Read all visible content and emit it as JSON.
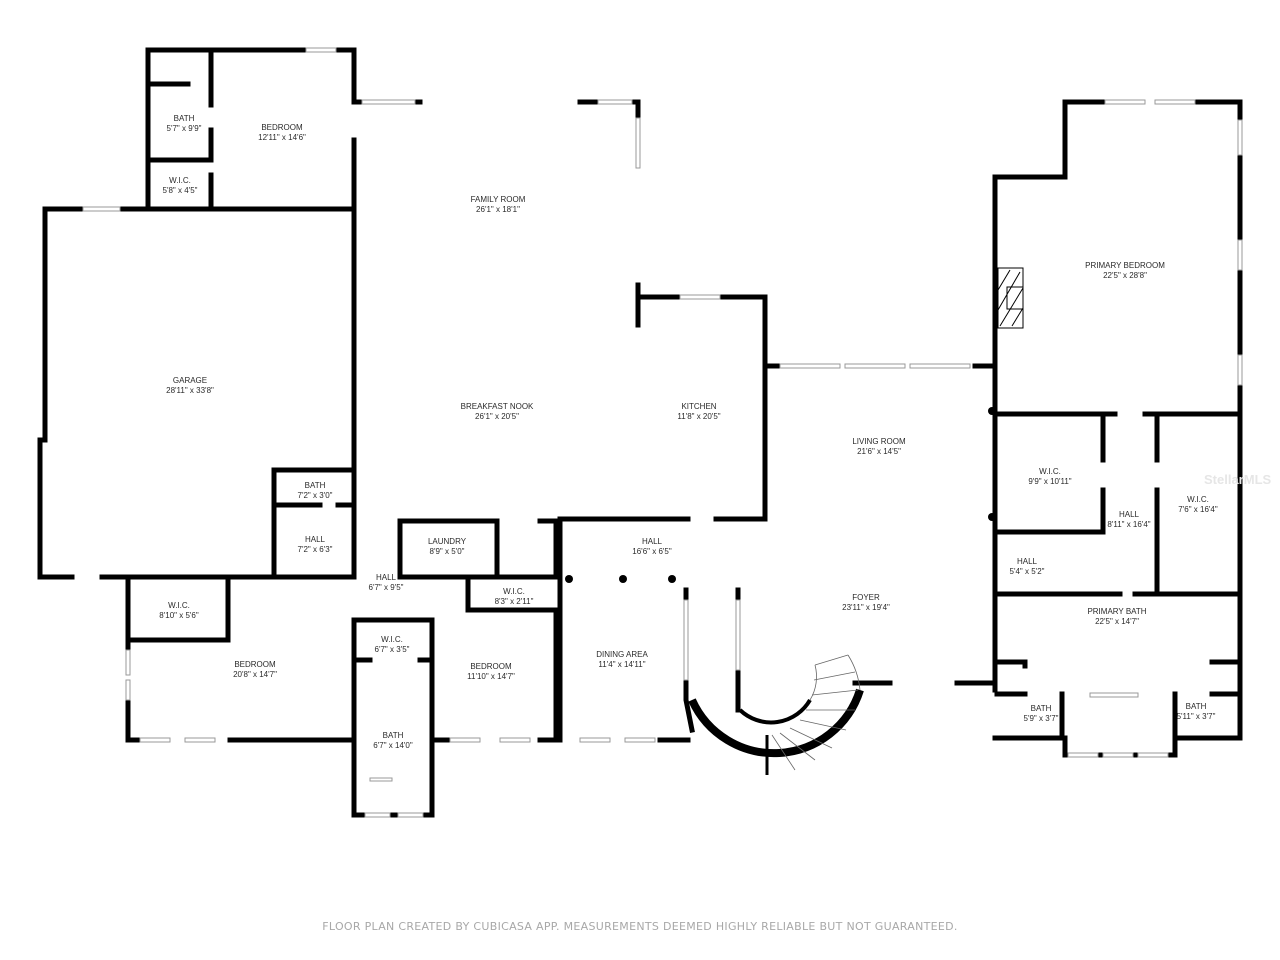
{
  "plan": {
    "wall_color": "#000000",
    "window_color": "#bbbbbb",
    "footer_color": "#a8a8a8"
  },
  "rooms": {
    "bath_upper_left": {
      "name": "BATH",
      "dims": "5'7\" x 9'9\""
    },
    "bedroom_upper_left": {
      "name": "BEDROOM",
      "dims": "12'11\" x 14'6\""
    },
    "wic_upper_left": {
      "name": "W.I.C.",
      "dims": "5'8\" x 4'5\""
    },
    "family_room": {
      "name": "FAMILY ROOM",
      "dims": "26'1\" x 18'1\""
    },
    "garage": {
      "name": "GARAGE",
      "dims": "28'11\" x 33'8\""
    },
    "breakfast_nook": {
      "name": "BREAKFAST NOOK",
      "dims": "26'1\" x 20'5\""
    },
    "kitchen": {
      "name": "KITCHEN",
      "dims": "11'8\" x 20'5\""
    },
    "living_room": {
      "name": "LIVING ROOM",
      "dims": "21'6\" x 14'5\""
    },
    "primary_bedroom": {
      "name": "PRIMARY BEDROOM",
      "dims": "22'5\" x 28'8\""
    },
    "bath_garage": {
      "name": "BATH",
      "dims": "7'2\" x 3'0\""
    },
    "hall_garage": {
      "name": "HALL",
      "dims": "7'2\" x 6'3\""
    },
    "laundry": {
      "name": "LAUNDRY",
      "dims": "8'9\" x 5'0\""
    },
    "hall_center": {
      "name": "HALL",
      "dims": "16'6\" x 6'5\""
    },
    "hall_left": {
      "name": "HALL",
      "dims": "6'7\" x 9'5\""
    },
    "wic_small": {
      "name": "W.I.C.",
      "dims": "8'3\" x 2'11\""
    },
    "wic_lower_left": {
      "name": "W.I.C.",
      "dims": "8'10\" x 5'6\""
    },
    "bedroom_lower_left": {
      "name": "BEDROOM",
      "dims": "20'8\" x 14'7\""
    },
    "wic_bath": {
      "name": "W.I.C.",
      "dims": "6'7\" x 3'5\""
    },
    "bedroom_lower_mid": {
      "name": "BEDROOM",
      "dims": "11'10\" x 14'7\""
    },
    "bath_lower": {
      "name": "BATH",
      "dims": "6'7\" x 14'0\""
    },
    "dining_area": {
      "name": "DINING AREA",
      "dims": "11'4\" x 14'11\""
    },
    "foyer": {
      "name": "FOYER",
      "dims": "23'11\" x 19'4\""
    },
    "wic_primary_left": {
      "name": "W.I.C.",
      "dims": "9'9\" x 10'11\""
    },
    "hall_primary": {
      "name": "HALL",
      "dims": "8'11\" x 16'4\""
    },
    "wic_primary_right": {
      "name": "W.I.C.",
      "dims": "7'6\" x 16'4\""
    },
    "hall_primary_small": {
      "name": "HALL",
      "dims": "5'4\" x 5'2\""
    },
    "primary_bath": {
      "name": "PRIMARY BATH",
      "dims": "22'5\" x 14'7\""
    },
    "bath_primary_left": {
      "name": "BATH",
      "dims": "5'9\" x 3'7\""
    },
    "bath_primary_right": {
      "name": "BATH",
      "dims": "5'11\" x 3'7\""
    }
  },
  "footer": {
    "text": "FLOOR PLAN CREATED BY CUBICASA APP. MEASUREMENTS DEEMED HIGHLY RELIABLE BUT NOT GUARANTEED."
  },
  "watermark": {
    "text": "StellarMLS"
  }
}
